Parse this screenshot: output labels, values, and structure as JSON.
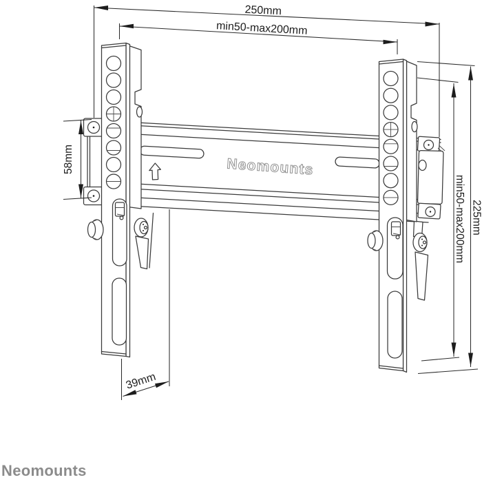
{
  "diagram": {
    "dimensions": {
      "top_width": "250mm",
      "top_vesa_width": "min50-max200mm",
      "left_hole_spacing": "58mm",
      "right_height": "225mm",
      "right_vesa_height": "min50-max200mm",
      "bottom_depth": "39mm"
    },
    "plate_label": "Neomounts",
    "footer_logo": "Neomounts",
    "colors": {
      "line": "#3a3a3a",
      "dimension_text": "#1c1c1c",
      "emboss_stroke": "#8f8f8f",
      "logo_gray": "#8b8b8b",
      "background": "#ffffff"
    }
  }
}
